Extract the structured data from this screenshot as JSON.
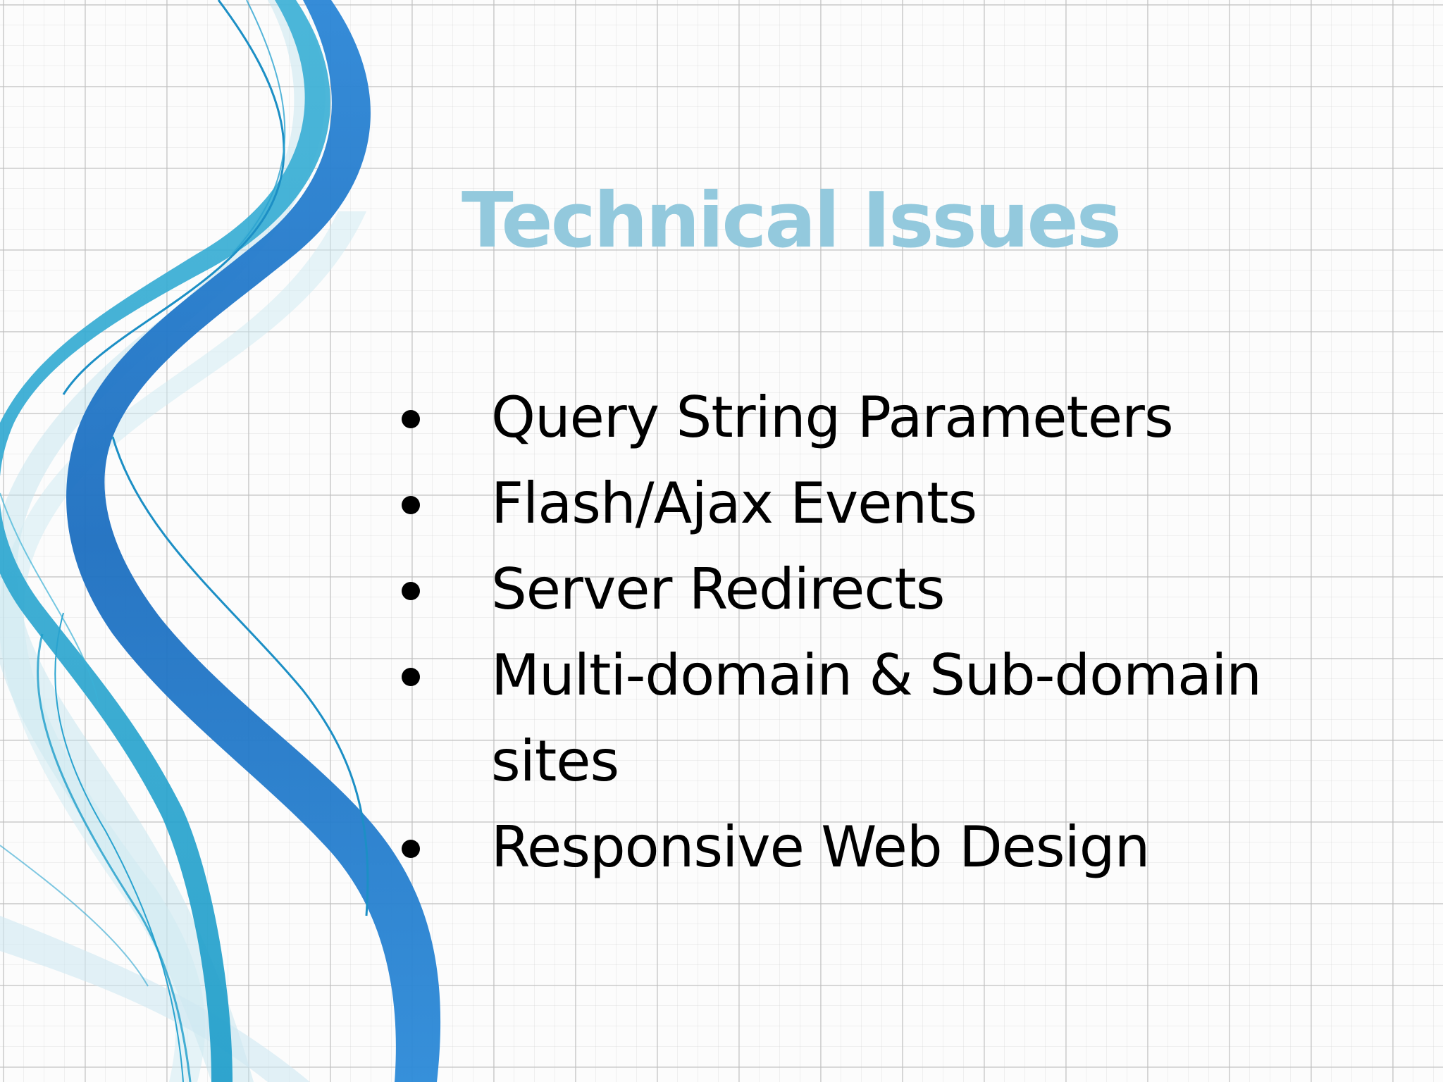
{
  "slide": {
    "title": "Technical Issues",
    "bullets": [
      {
        "text": "Query String Parameters"
      },
      {
        "text": "Flash/Ajax Events"
      },
      {
        "text": "Server Redirects"
      },
      {
        "text": "Multi-domain & Sub-domain sites"
      },
      {
        "text": "Responsive Web Design"
      }
    ]
  },
  "colors": {
    "title": "#93c9dd",
    "body_text": "#000000",
    "swirl_dark_blue": "#1f74c4",
    "swirl_teal": "#2aa3cf",
    "swirl_light": "#a8d8e8",
    "grid_line": "#bebebe",
    "background": "#fcfcfc"
  },
  "decoration": {
    "left_swirl": "blue-wave-ribbons"
  }
}
